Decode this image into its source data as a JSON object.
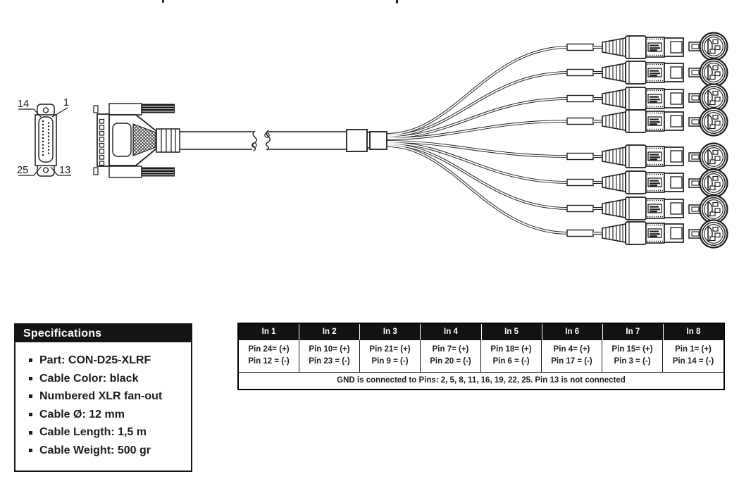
{
  "colors": {
    "ink": "#1c1c1c",
    "table_header_bg": "#121212",
    "background": "#ffffff"
  },
  "diagram": {
    "description": "D25 connector fanning out to 8 numbered XLR female connectors",
    "db25_front": {
      "label_top_left": "14",
      "label_top_right": "1",
      "label_bottom_left": "25",
      "label_bottom_right": "13"
    }
  },
  "specifications": {
    "title": "Specifications",
    "items": [
      "Part: CON-D25-XLRF",
      "Cable Color: black",
      "Numbered XLR fan-out",
      "Cable Ø: 12 mm",
      "Cable Length: 1,5 m",
      "Cable Weight: 500 gr"
    ]
  },
  "pinout_table": {
    "columns": [
      {
        "header": "In 1",
        "positive": "Pin 24= (+)",
        "negative": "Pin 12 = (-)"
      },
      {
        "header": "In 2",
        "positive": "Pin 10= (+)",
        "negative": "Pin 23 = (-)"
      },
      {
        "header": "In 3",
        "positive": "Pin 21= (+)",
        "negative": "Pin 9 = (-)"
      },
      {
        "header": "In 4",
        "positive": "Pin 7= (+)",
        "negative": "Pin 20 = (-)"
      },
      {
        "header": "In 5",
        "positive": "Pin 18= (+)",
        "negative": "Pin 6 = (-)"
      },
      {
        "header": "In 6",
        "positive": "Pin 4= (+)",
        "negative": "Pin 17 = (-)"
      },
      {
        "header": "In 7",
        "positive": "Pin 15= (+)",
        "negative": "Pin 3 = (-)"
      },
      {
        "header": "In 8",
        "positive": "Pin 1= (+)",
        "negative": "Pin 14 = (-)"
      }
    ],
    "footer": "GND is connected to Pins: 2, 5, 8, 11, 16, 19, 22, 25. Pin 13 is not connected"
  }
}
